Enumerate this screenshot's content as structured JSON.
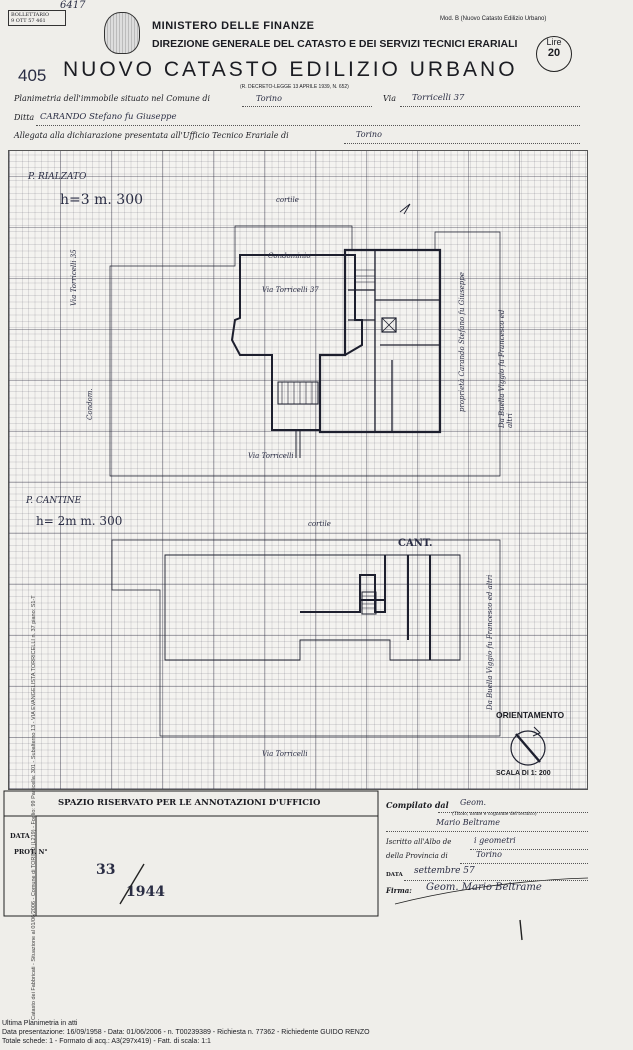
{
  "header": {
    "stamp_lines": [
      "BOLLETTARIO",
      "9  OTT 57  461"
    ],
    "handwritten_top": "6417",
    "ministry": "MINISTERO DELLE FINANZE",
    "direction": "DIREZIONE GENERALE DEL CATASTO E DEI SERVIZI TECNICI ERARIALI",
    "form_code": "Mod. B (Nuovo Catasto Edilizio Urbano)",
    "lire_label": "Lire",
    "lire_value": "20",
    "sheet_number": "405",
    "title": "NUOVO CATASTO EDILIZIO URBANO",
    "decree": "(R. DECRETO-LEGGE 13 APRILE 1939, N. 652)"
  },
  "form_fields": {
    "planimetria_label": "Planimetria dell'immobile situato nel Comune di",
    "comune": "Torino",
    "via_label": "Via",
    "via": "Torricelli 37",
    "ditta_label": "Ditta",
    "ditta": "CARANDO   Stefano   fu Giuseppe",
    "allegata_label": "Allegata alla dichiarazione presentata all'Ufficio Tecnico Erariale di",
    "ufficio": "Torino"
  },
  "plan": {
    "rialzato_label": "P. RIALZATO",
    "rialzato_height": "h=3 m. 300",
    "cortile_top": "cortile",
    "condominio": "Condominio",
    "via_torricelli_inner": "Via Torricelli 37",
    "via_torricelli_side": "Via Torricelli 35",
    "condom": "Condom.",
    "via_torricelli_bottom": "Via   Torricelli",
    "cantine_label": "P. CANTINE",
    "cantine_height": "h= 2m m. 300",
    "cortile_mid": "cortile",
    "cant_label": "CANT.",
    "side_text_1": "proprietà Carando Stefano fu Giuseppe",
    "side_text_2": "Da Buella Viggio fu Francesco ed altri",
    "via_torricelli_low": "Via   Torricelli",
    "orientamento": "ORIENTAMENTO",
    "scala": "SCALA DI 1: 200"
  },
  "office": {
    "heading": "SPAZIO RISERVATO PER LE ANNOTAZIONI D'UFFICIO",
    "data_label": "DATA",
    "prot_label": "PROT. N°",
    "prot_number": "33",
    "prot_year": "1944"
  },
  "compiler": {
    "compilato_label": "Compilato dal",
    "compilato_value": "Geom.",
    "subtitle": "(Titolo, nome e cognome del tecnico)",
    "name": "Mario Beltrame",
    "albo_label": "Iscritto all'Albo de",
    "albo_value": "i geometri",
    "provincia_label": "della Provincia di",
    "provincia_value": "Torino",
    "data_label": "DATA",
    "data_value": "settembre 57",
    "firma_label": "Firma:",
    "firma_value": "Geom. Mario Beltrame"
  },
  "footer": {
    "line1": "Ultima Planimetria in atti",
    "line2": "Data presentazione: 16/09/1958 - Data: 01/06/2006 - n. T00239389 - Richiesta n. 77362 - Richiedente GUIDO RENZO",
    "line3": "Totale schede: 1 - Formato di acq.: A3(297x419) - Fatt. di scala: 1:1"
  },
  "side_vertical": "Catasto dei Fabbricati - Situazione al 01/06/2006 - Comune di TORINO (L219) - Foglio: 99 Particella: 301 - Subalterno 13 - VIA EVANGELISTA TORRICELLI n. 37 piano: S1-T"
}
